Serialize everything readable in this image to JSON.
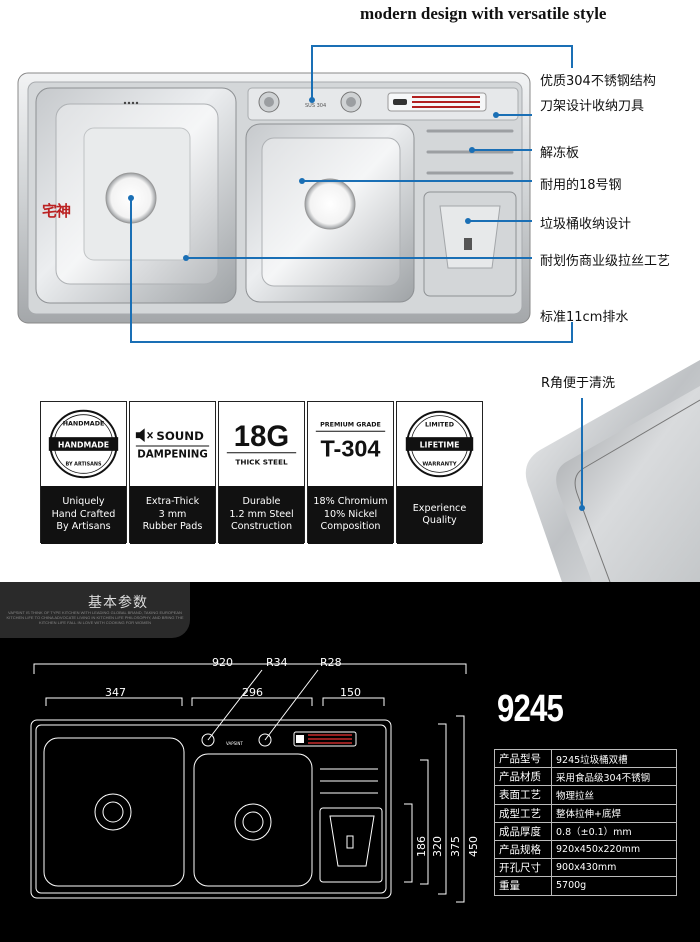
{
  "headline": "modern design with versatile style",
  "watermark": "宅神",
  "features": {
    "steel_304_structure": "优质304不锈钢结构",
    "knife_rack": "刀架设计收纳刀具",
    "defrost_board": "解冻板",
    "gauge_18": "耐用的18号钢",
    "trash_bin": "垃圾桶收纳设计",
    "brushed_finish": "耐划伤商业级拉丝工艺",
    "drain_11cm": "标准11cm排水",
    "r_corner": "R角便于清洗"
  },
  "deck_stamp": "SUS 304",
  "badges": [
    {
      "icon": "handmade-seal",
      "top": [
        "HANDMADE",
        "HANDMADE",
        "BY ARTISANS"
      ],
      "bottom": [
        "Uniquely",
        "Hand Crafted",
        "By Artisans"
      ]
    },
    {
      "icon": "speaker-mute",
      "top": [
        "SOUND",
        "DAMPENING"
      ],
      "bottom": [
        "Extra-Thick",
        "3 mm",
        "Rubber Pads"
      ]
    },
    {
      "icon": "",
      "top": [
        "18G",
        "THICK STEEL"
      ],
      "bottom": [
        "Durable",
        "1.2 mm Steel",
        "Construction"
      ]
    },
    {
      "icon": "",
      "top": [
        "PREMIUM GRADE",
        "T-304"
      ],
      "bottom": [
        "18% Chromium",
        "10% Nickel",
        "Composition"
      ]
    },
    {
      "icon": "lifetime-seal",
      "top": [
        "LIMITED",
        "LIFETIME",
        "WARRANTY"
      ],
      "bottom": [
        "Experience",
        "Quality"
      ]
    }
  ],
  "specs_section": {
    "title": "基本参数",
    "tagline": "VAPSINT IS THINK OF TYPE KITCHEN WITH LEADING GLOBAL BRAND, TAKING EUROPEAN KITCHEN LIFE TO CHINA ADVOCATE LIVING IN KITCHEN LIFE PHILOSOPHY, AND BRING THE KITCHEN LIFE FALL IN LOVE WITH COOKING FOR WOMEN",
    "model": "9245",
    "deck_brand": "VAPSINT",
    "dimensions": {
      "overall_width": "920",
      "r_large": "R34",
      "r_small": "R28",
      "bowl_left": "347",
      "bowl_right": "296",
      "board": "150",
      "depth_inner": "186",
      "depth_bowl": "320",
      "depth_hole": "375",
      "depth_overall": "450"
    },
    "table": [
      {
        "key": "产品型号",
        "value": "9245垃圾桶双槽"
      },
      {
        "key": "产品材质",
        "value": "采用食品级304不锈钢"
      },
      {
        "key": "表面工艺",
        "value": "物理拉丝"
      },
      {
        "key": "成型工艺",
        "value": "整体拉伸+底焊"
      },
      {
        "key": "成品厚度",
        "value": "0.8（±0.1）mm"
      },
      {
        "key": "产品规格",
        "value": "920x450x220mm"
      },
      {
        "key": "开孔尺寸",
        "value": "900x430mm"
      },
      {
        "key": "重量",
        "value": "5700g"
      }
    ]
  },
  "colors": {
    "steel_light": "#e4e6e8",
    "steel_mid": "#b9bcbf",
    "steel_dark": "#8d9093",
    "callout_line": "#1a6fb5",
    "dark_bg": "#000000"
  }
}
